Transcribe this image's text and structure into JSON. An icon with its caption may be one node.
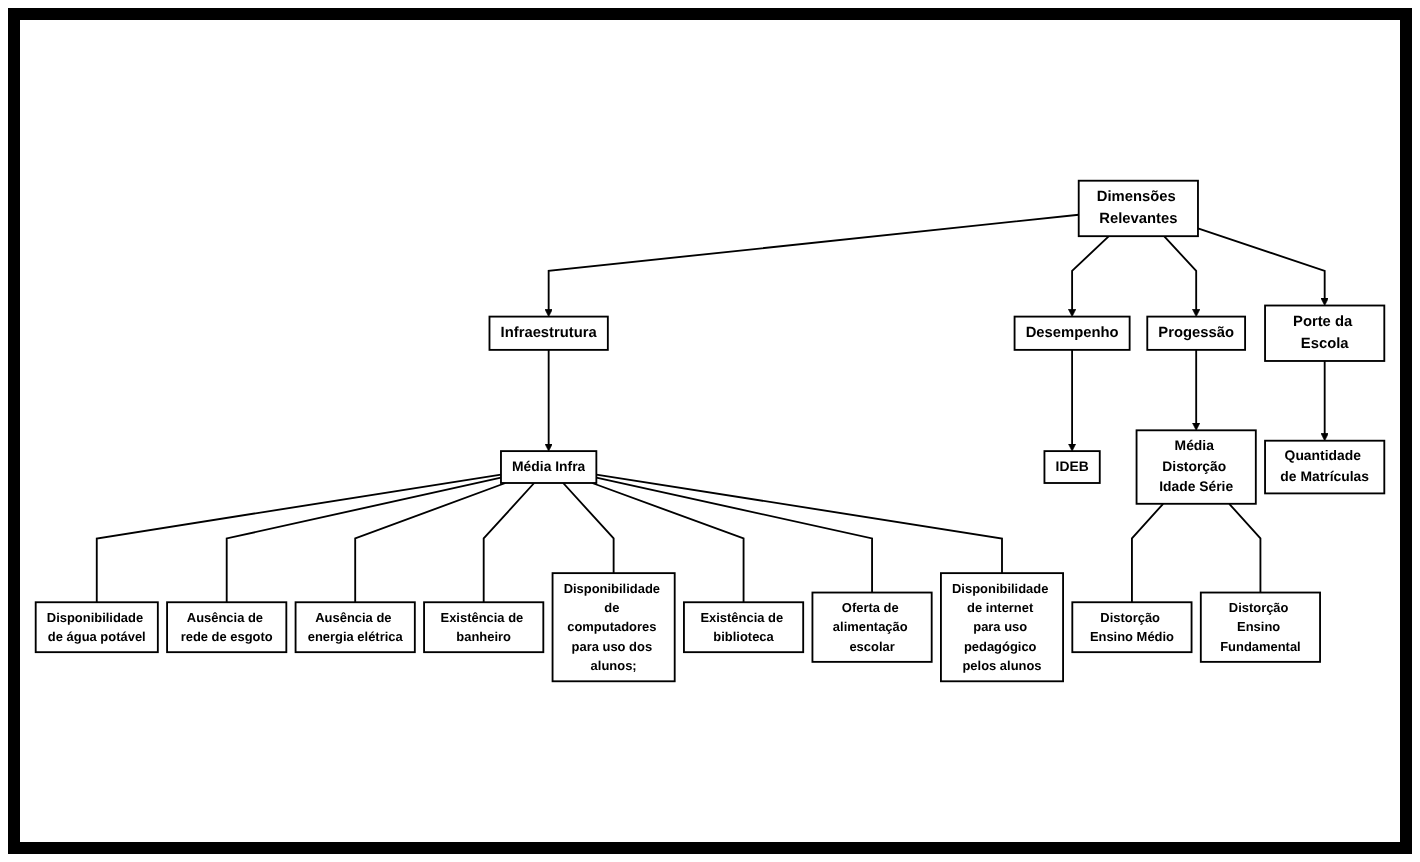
{
  "diagram": {
    "nodes": [
      {
        "text": [
          "Dimensões Relevantes"
        ]
      },
      {
        "text": [
          "Infraestrutura"
        ]
      },
      {
        "text": [
          "Desempenho"
        ]
      },
      {
        "text": [
          "Progessão"
        ]
      },
      {
        "text": [
          "Porte da Escola"
        ]
      },
      {
        "text": [
          "Média Infra"
        ]
      },
      {
        "text": [
          "IDEB"
        ]
      },
      {
        "text": [
          "Média Distorção Idade Série"
        ]
      },
      {
        "text": [
          "Quantidade de Matrículas"
        ]
      },
      {
        "text": [
          "Disponibilidade de água potável"
        ]
      },
      {
        "text": [
          "Ausência de rede de esgoto"
        ]
      },
      {
        "text": [
          "Ausência de energia elétrica"
        ]
      },
      {
        "text": [
          "Existência de banheiro"
        ]
      },
      {
        "text": [
          "Disponibilidade de computadores para uso dos alunos;"
        ]
      },
      {
        "text": [
          "Existência de biblioteca"
        ]
      },
      {
        "text": [
          "Oferta de alimentação escolar"
        ]
      },
      {
        "text": [
          "Disponibilidade de internet para uso pedagógico pelos alunos"
        ]
      },
      {
        "text": [
          "Distorção Ensino Médio"
        ]
      },
      {
        "text": [
          "Distorção Ensino Fundamental"
        ]
      }
    ],
    "edges": [
      {
        "from": 0,
        "to": 1,
        "arrow": "to"
      },
      {
        "from": 0,
        "to": 2,
        "arrow": "to"
      },
      {
        "from": 0,
        "to": 3,
        "arrow": "to"
      },
      {
        "from": 0,
        "to": 4,
        "arrow": "to"
      },
      {
        "from": 1,
        "to": 5,
        "arrow": "to"
      },
      {
        "from": 2,
        "to": 6,
        "arrow": "to"
      },
      {
        "from": 3,
        "to": 7,
        "arrow": "to"
      },
      {
        "from": 4,
        "to": 8,
        "arrow": "to"
      },
      {
        "from": 5,
        "to": 9,
        "arrow": "none"
      },
      {
        "from": 5,
        "to": 10,
        "arrow": "none"
      },
      {
        "from": 5,
        "to": 11,
        "arrow": "none"
      },
      {
        "from": 5,
        "to": 12,
        "arrow": "none"
      },
      {
        "from": 5,
        "to": 13,
        "arrow": "none"
      },
      {
        "from": 5,
        "to": 14,
        "arrow": "none"
      },
      {
        "from": 5,
        "to": 15,
        "arrow": "none"
      },
      {
        "from": 5,
        "to": 16,
        "arrow": "none"
      },
      {
        "from": 7,
        "to": 17,
        "arrow": "none"
      },
      {
        "from": 7,
        "to": 18,
        "arrow": "none"
      }
    ]
  }
}
